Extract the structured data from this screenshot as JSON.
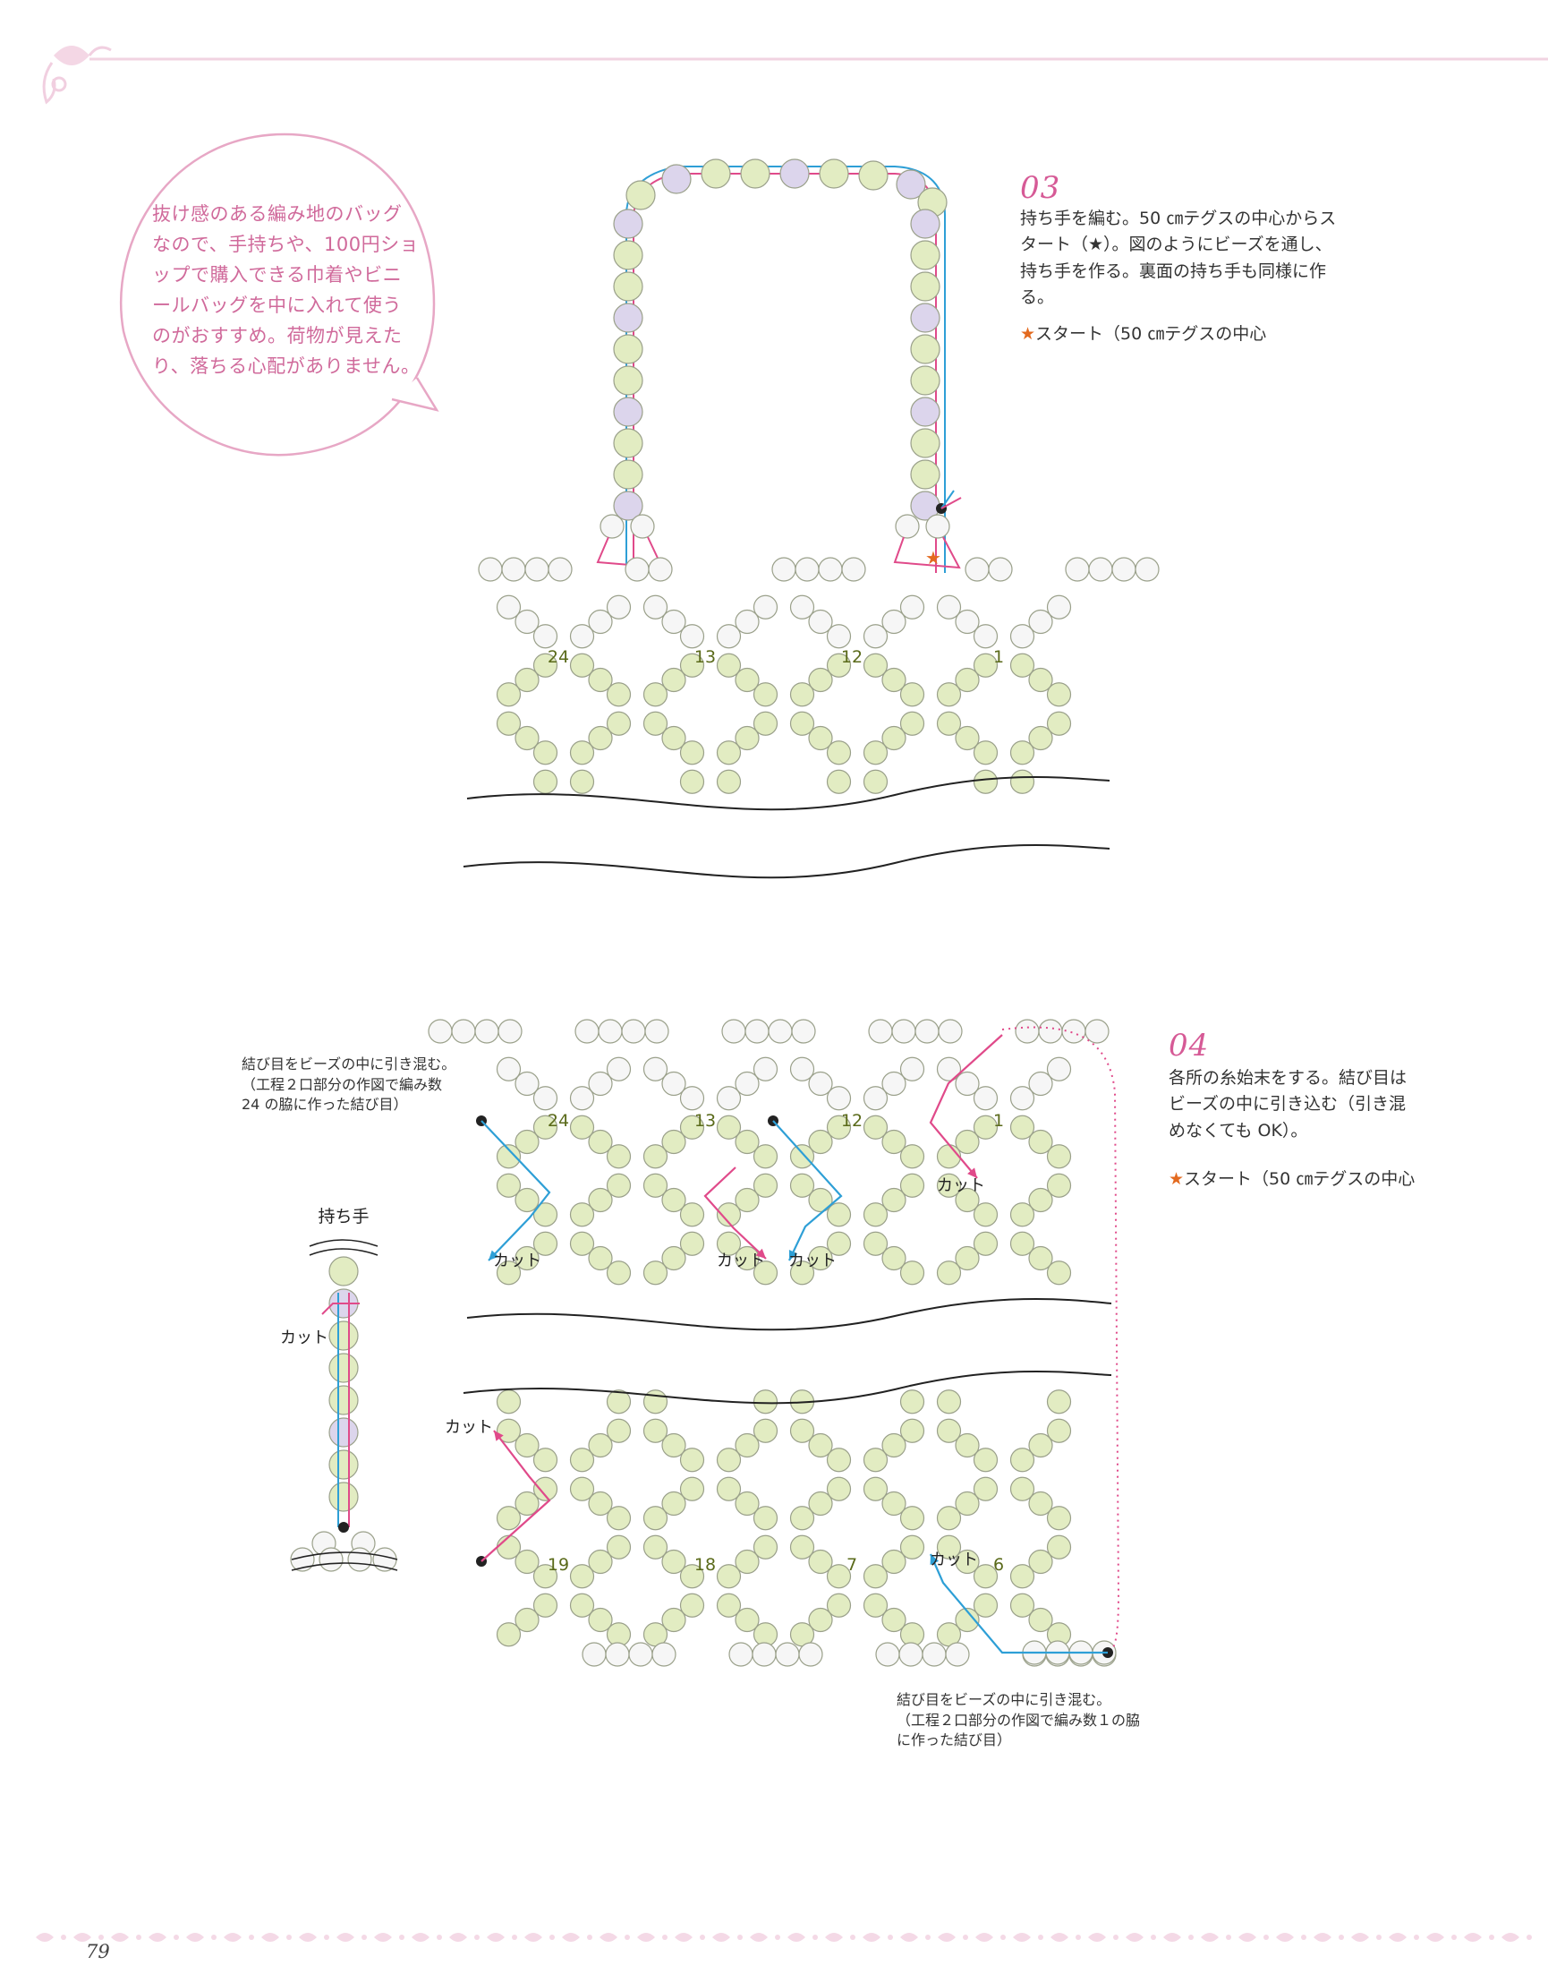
{
  "bubble": {
    "text": "抜け感のある編み地のバッグなので、手持ちや、100円ショップで購入できる巾着やビニールバッグを中に入れて使うのがおすすめ。荷物が見えたり、落ちる心配がありません。"
  },
  "step03": {
    "number": "03",
    "text": "持ち手を編む。50 ㎝テグスの中心からスタート（★）。図のようにビーズを通し、持ち手を作る。裏面の持ち手も同様に作る。",
    "legend_star": "★",
    "legend_label": "スタート（50 ㎝テグスの中心"
  },
  "step04": {
    "number": "04",
    "text": "各所の糸始末をする。結び目はビーズの中に引き込む（引き混めなくても OK）。",
    "legend_star": "★",
    "legend_label": "スタート（50 ㎝テグスの中心"
  },
  "top_diagram": {
    "cell_labels": [
      "24",
      "13",
      "12",
      "1"
    ]
  },
  "bottom_diagram": {
    "top_labels": [
      "24",
      "13",
      "12",
      "1"
    ],
    "bottom_labels": [
      "19",
      "18",
      "7",
      "6"
    ],
    "cut_label": "カット",
    "handle_label": "持ち手",
    "note_left": "結び目をビーズの中に引き混む。\n（工程２口部分の作図で編み数\n24 の脇に作った結び目）",
    "note_bottom": "結び目をビーズの中に引き混む。\n（工程２口部分の作図で編み数１の脇\nに作った結び目）"
  },
  "colors": {
    "accent_pink": "#d65a96",
    "bead_green": "#e2ecc2",
    "bead_white": "#f6f6f6",
    "bead_lavender": "#dcd5ec",
    "thread_blue": "#2e9fd6",
    "thread_pink": "#e04a8a",
    "star_orange": "#e36a1f"
  },
  "page": {
    "number": "79"
  }
}
